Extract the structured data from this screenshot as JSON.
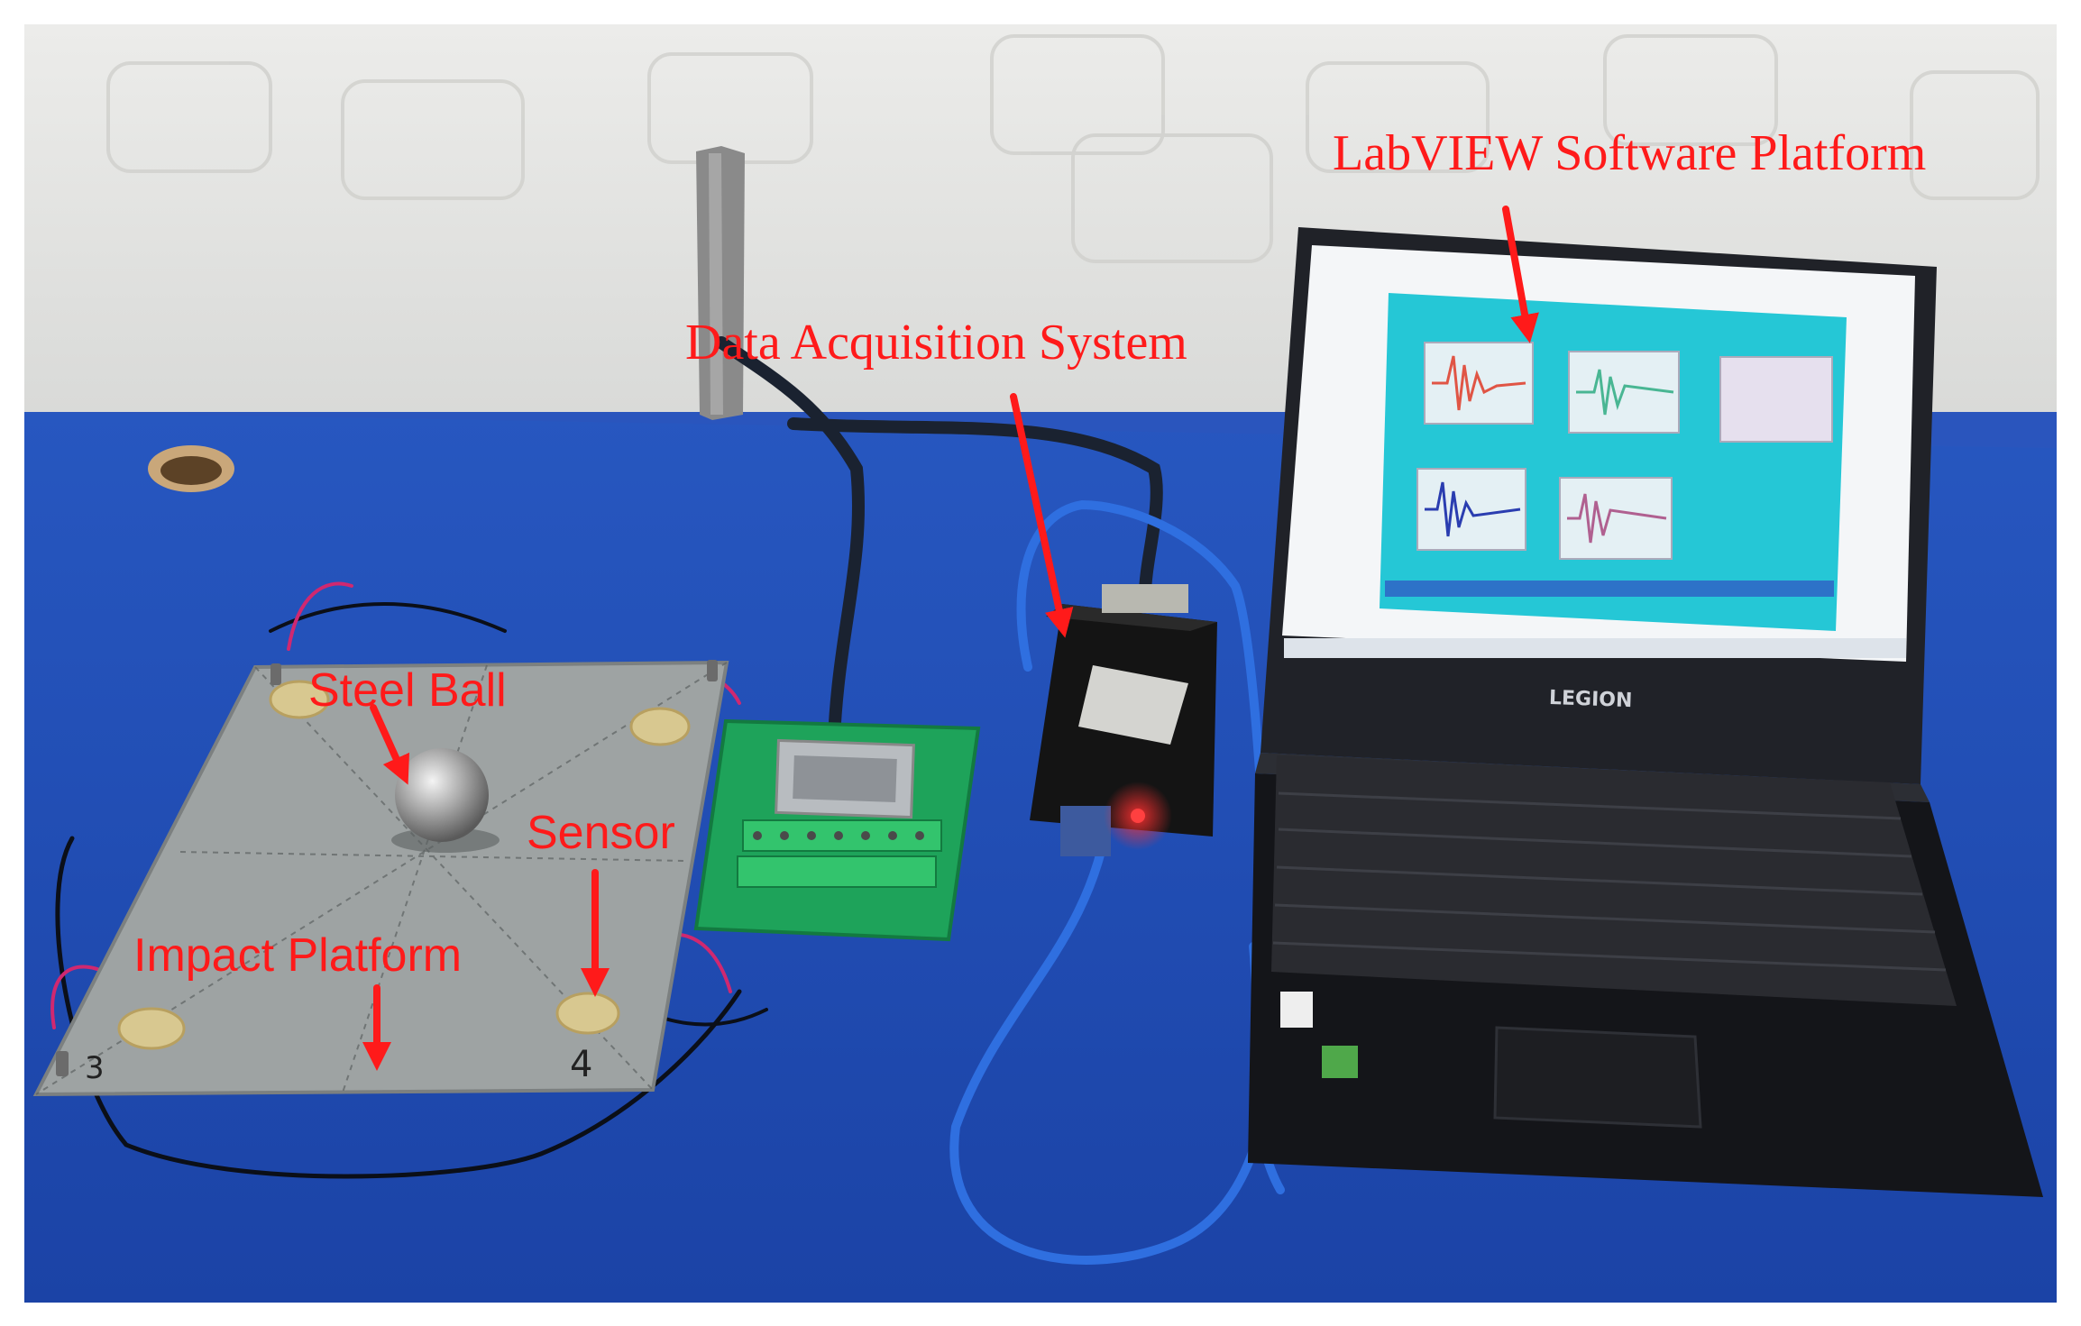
{
  "labels": {
    "labview": "LabVIEW Software Platform",
    "daq": "Data Acquisition System",
    "steel_ball": "Steel Ball",
    "sensor": "Sensor",
    "impact_platform": "Impact Platform"
  },
  "photo_text": {
    "laptop_brand": "LEGION",
    "sensor_number_4": "4",
    "sensor_number_3": "3"
  },
  "colors": {
    "annotation_red": "#ff1a1a",
    "table_blue": "#1f4fb8",
    "wall": "#e8e8e4",
    "software_bg": "#25c7d6"
  }
}
